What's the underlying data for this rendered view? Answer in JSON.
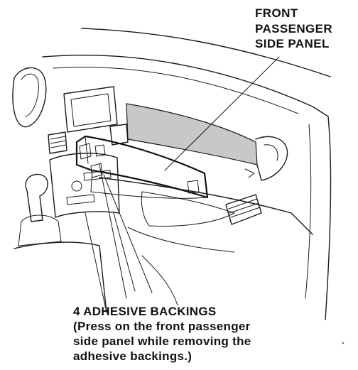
{
  "labels": {
    "panel": [
      "FRONT",
      "PASSENGER",
      "SIDE PANEL"
    ],
    "backings": [
      "4 ADHESIVE BACKINGS",
      "(Press on the front passenger",
      "side panel while removing the",
      "adhesive backings.)"
    ]
  },
  "colors": {
    "line": "#1a1a1a",
    "panel_shade": "#c8c8c8",
    "background": "#ffffff"
  }
}
